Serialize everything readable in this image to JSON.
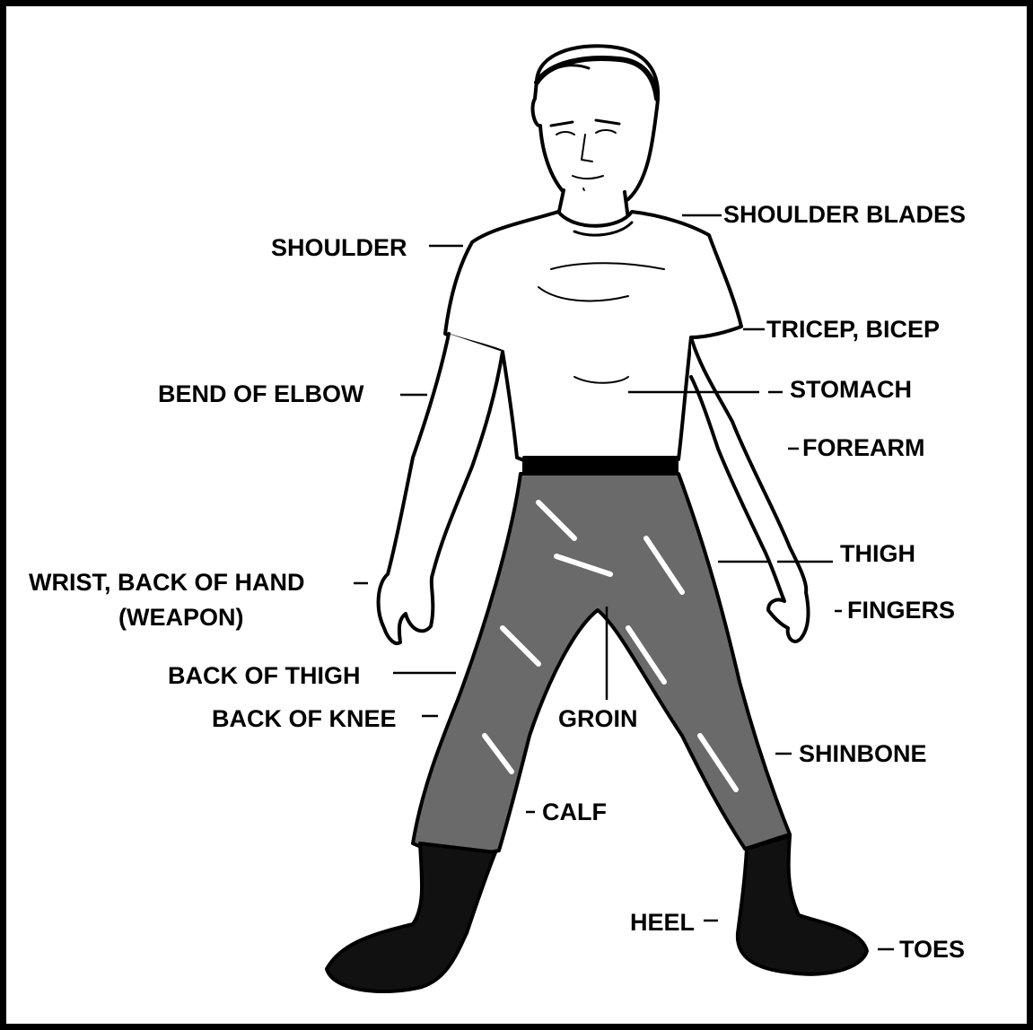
{
  "figure": {
    "background": "#ffffff",
    "ink": "#000000",
    "labels": {
      "shoulder_blades": "SHOULDER BLADES",
      "shoulder": "SHOULDER",
      "tricep_bicep": "TRICEP, BICEP",
      "bend_of_elbow": "BEND OF ELBOW",
      "stomach": "STOMACH",
      "forearm": "FOREARM",
      "thigh": "THIGH",
      "wrist_back_of_hand": "WRIST, BACK OF HAND",
      "weapon": "(WEAPON)",
      "fingers": "FINGERS",
      "back_of_thigh": "BACK OF THIGH",
      "back_of_knee": "BACK OF KNEE",
      "groin": "GROIN",
      "shinbone": "SHINBONE",
      "calf": "CALF",
      "heel": "HEEL",
      "toes": "TOES"
    }
  }
}
